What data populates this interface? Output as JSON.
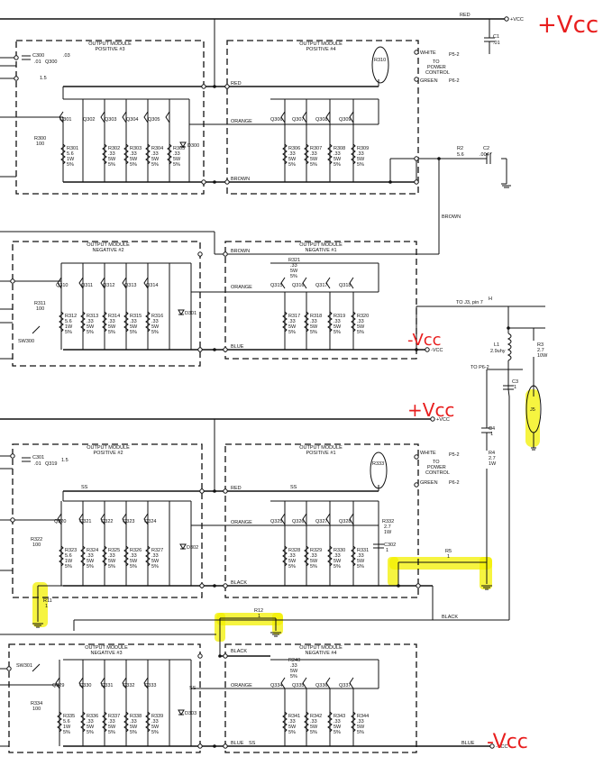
{
  "annotations": {
    "vcc_pos_top": "+Vcc",
    "vcc_pos_mid": "+Vcc",
    "vcc_neg_mid": "-Vcc",
    "vcc_neg_bot": "-Vcc"
  },
  "terminals": {
    "vcc_plus": "+VCC",
    "vcc_minus": "-VCC"
  },
  "wires": {
    "red": "RED",
    "white": "WHITE",
    "green": "GREEN",
    "orange": "ORANGE",
    "brown": "BROWN",
    "blue": "BLUE",
    "black": "BLACK"
  },
  "connectors": {
    "p5_2": "P5-2",
    "p6_2": "P6-2",
    "to_power_control": [
      "TO",
      "POWER",
      "CONTROL"
    ],
    "to_j3_pin7": "TO J3, pin 7",
    "to_p6_2": "TO   P6-2",
    "h": "H",
    "j5": "J5"
  },
  "modules": [
    {
      "title": [
        "OUTPUT MODULE",
        "POSITIVE #3"
      ]
    },
    {
      "title": [
        "OUTPUT MODULE",
        "POSITIVE #4"
      ]
    },
    {
      "title": [
        "OUTPUT MODULE",
        "NEGATIVE #2"
      ]
    },
    {
      "title": [
        "OUTPUT MODULE",
        "NEGATIVE #1"
      ]
    },
    {
      "title": [
        "OUTPUT MODULE",
        "POSITIVE #2"
      ]
    },
    {
      "title": [
        "OUTPUT MODULE",
        "POSITIVE #1"
      ]
    },
    {
      "title": [
        "OUTPUT MODULE",
        "NEGATIVE #3"
      ]
    },
    {
      "title": [
        "OUTPUT MODULE",
        "NEGATIVE #4"
      ]
    }
  ],
  "transistors": {
    "m1": [
      "Q301",
      "Q302",
      "Q303",
      "Q304",
      "Q305"
    ],
    "m2": [
      "Q306",
      "Q307",
      "Q308",
      "Q309"
    ],
    "m3": [
      "Q310",
      "Q311",
      "Q312",
      "Q313",
      "Q314"
    ],
    "m4": [
      "Q315",
      "Q316",
      "Q317",
      "Q318"
    ],
    "m5": [
      "Q320",
      "Q321",
      "Q322",
      "Q323",
      "Q324"
    ],
    "m6": [
      "Q325",
      "Q326",
      "Q327",
      "Q328"
    ],
    "m7": [
      "Q329",
      "Q330",
      "Q331",
      "Q332",
      "Q333"
    ],
    "m8": [
      "Q334",
      "Q335",
      "Q336",
      "Q337"
    ],
    "extra": [
      "Q300",
      "Q319"
    ]
  },
  "resistors": {
    "m1": [
      [
        "R301",
        "5.6",
        "1W",
        "5%"
      ],
      [
        "R302",
        ".33",
        "5W",
        "5%"
      ],
      [
        "R303",
        ".33",
        "5W",
        "5%"
      ],
      [
        "R304",
        ".33",
        "5W",
        "5%"
      ],
      [
        "R305",
        ".33",
        "5W",
        "5%"
      ]
    ],
    "m2": [
      [
        "R306",
        ".33",
        "5W",
        "5%"
      ],
      [
        "R307",
        ".33",
        "5W",
        "5%"
      ],
      [
        "R308",
        ".33",
        "5W",
        "5%"
      ],
      [
        "R309",
        ".33",
        "5W",
        "5%"
      ]
    ],
    "m3": [
      [
        "R312",
        "5.6",
        "1W",
        "5%"
      ],
      [
        "R313",
        ".33",
        "5W",
        "5%"
      ],
      [
        "R314",
        ".33",
        "5W",
        "5%"
      ],
      [
        "R315",
        ".33",
        "5W",
        "5%"
      ],
      [
        "R316",
        ".33",
        "5W",
        "5%"
      ]
    ],
    "m4": [
      [
        "R317",
        ".33",
        "5W",
        "5%"
      ],
      [
        "R318",
        ".33",
        "5W",
        "5%"
      ],
      [
        "R319",
        ".33",
        "5W",
        "5%"
      ],
      [
        "R320",
        ".33",
        "5W",
        "5%"
      ]
    ],
    "m5": [
      [
        "R323",
        "5.6",
        "1W",
        "5%"
      ],
      [
        "R324",
        ".33",
        "5W",
        "5%"
      ],
      [
        "R325",
        ".33",
        "5W",
        "5%"
      ],
      [
        "R326",
        ".33",
        "5W",
        "5%"
      ],
      [
        "R327",
        ".33",
        "5W",
        "5%"
      ]
    ],
    "m6": [
      [
        "R328",
        ".33",
        "5W",
        "5%"
      ],
      [
        "R329",
        ".33",
        "5W",
        "5%"
      ],
      [
        "R330",
        ".33",
        "5W",
        "5%"
      ],
      [
        "R331",
        ".33",
        "5W",
        "5%"
      ]
    ],
    "m7": [
      [
        "R335",
        "5.6",
        "1W",
        "5%"
      ],
      [
        "R336",
        ".33",
        "5W",
        "5%"
      ],
      [
        "R337",
        ".33",
        "5W",
        "5%"
      ],
      [
        "R338",
        ".33",
        "5W",
        "5%"
      ],
      [
        "R339",
        ".33",
        "5W",
        "5%"
      ]
    ],
    "m8": [
      [
        "R341",
        ".33",
        "5W",
        "5%"
      ],
      [
        "R342",
        ".33",
        "5W",
        "5%"
      ],
      [
        "R343",
        ".33",
        "5W",
        "5%"
      ],
      [
        "R344",
        ".33",
        "5W",
        "5%"
      ]
    ]
  },
  "diodes": [
    "D300",
    "D301",
    "D302",
    "D303"
  ],
  "thermal": [
    "R310",
    "R333"
  ],
  "base_resistors": [
    {
      "ref": "R300",
      "val": "100"
    },
    {
      "ref": "R311",
      "val": "100"
    },
    {
      "ref": "R322",
      "val": "100"
    },
    {
      "ref": "R334",
      "val": "100"
    }
  ],
  "mid_resistors": [
    {
      "ref": "R321",
      "lines": [
        ".33",
        "5W",
        "5%"
      ]
    },
    {
      "ref": "R240",
      "lines": [
        ".33",
        "5W",
        "5%"
      ]
    },
    {
      "ref": "R332",
      "lines": [
        "2.7",
        "1W"
      ]
    }
  ],
  "caps": [
    {
      "ref": "C300",
      "val": ".01"
    },
    {
      "ref": "C301",
      "val": ".01"
    },
    {
      "ref": "C302",
      "val": "1"
    }
  ],
  "switches": [
    "SW300",
    "SW301"
  ],
  "output_parts": {
    "c1": [
      "C1",
      ".01"
    ],
    "r2": [
      "R2",
      "5.6"
    ],
    "c2": [
      "C2",
      ".0047"
    ],
    "l1": [
      "L1",
      "2.9uhy"
    ],
    "r3": [
      "R3",
      "2.7",
      "10W"
    ],
    "c3": [
      "C3",
      "1"
    ],
    "c4": [
      "C4",
      "1"
    ],
    "r4": [
      "R4",
      "2.7",
      "1W"
    ],
    "r5": [
      "R5",
      "1"
    ],
    "r11": [
      "R11",
      "1"
    ],
    "r12": [
      "R12",
      "1"
    ]
  },
  "misc": {
    "zero_three": ".03",
    "one_five_a": "1.5",
    "one_five_b": "1.5",
    "ss_a": "SS",
    "ss_b": "SS",
    "ss_c": "SS",
    "ss_d": "SS"
  },
  "highlight_color": "#f3f000",
  "annotation_color": "#e81e1e"
}
